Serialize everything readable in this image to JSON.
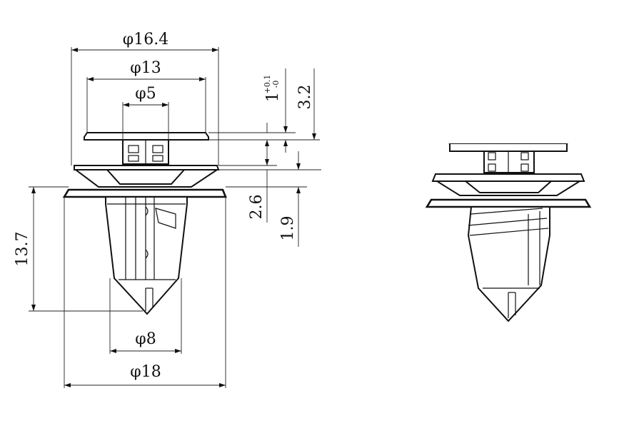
{
  "dimensions": {
    "d_top_flange": "φ16.4",
    "d_cap": "φ13",
    "d_neck": "φ5",
    "d_shank": "φ8",
    "d_base_flange": "φ18",
    "h_total": "13.7",
    "h_cap_gap": "3.2",
    "h_flange_thk": "1",
    "tol_plus": "+0.1",
    "tol_minus": "-0",
    "h_upper_gap": "2.6",
    "h_lower_gap": "1.9"
  }
}
